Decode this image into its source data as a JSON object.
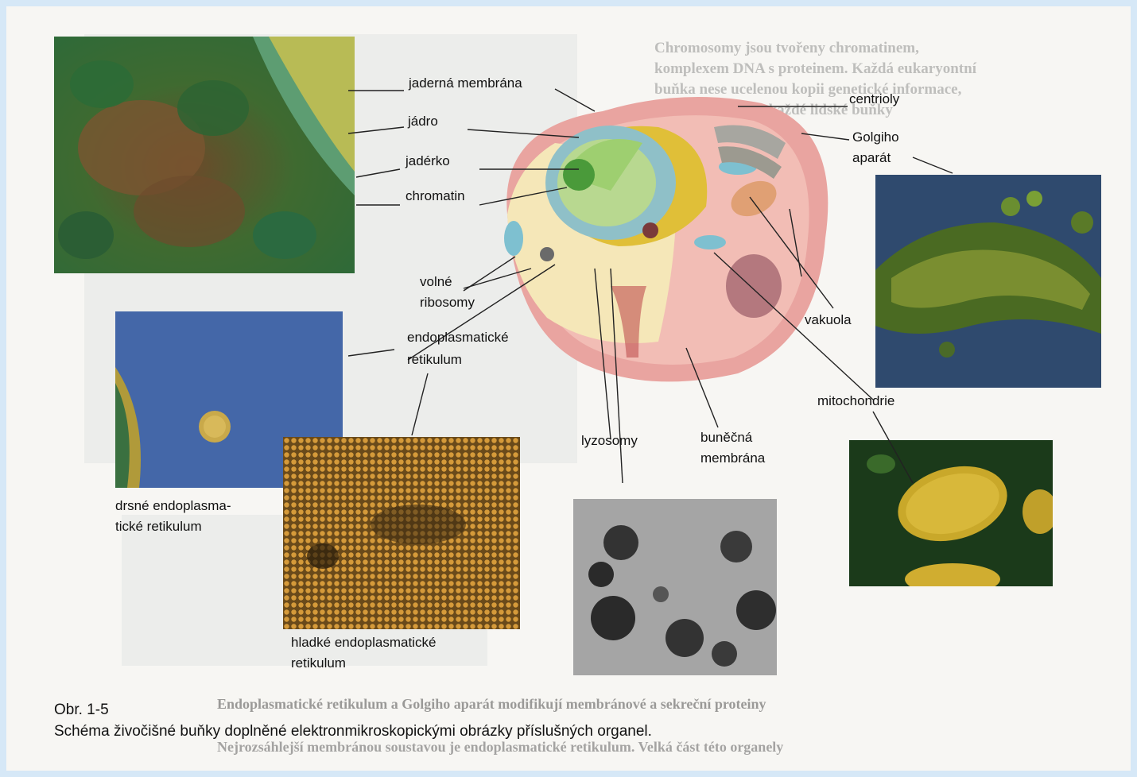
{
  "figure": {
    "caption_number": "Obr. 1-5",
    "caption_text": "Schéma živočišné buňky doplněné elektronmikroskopickými obrázky příslušných organel."
  },
  "labels": {
    "nuclear_membrane": "jaderná membrána",
    "nucleus": "jádro",
    "nucleolus": "jadérko",
    "chromatin": "chromatin",
    "free_ribosomes_1": "volné",
    "free_ribosomes_2": "ribosomy",
    "er_1": "endoplasmatické",
    "er_2": "retikulum",
    "rough_er_1": "drsné endoplasma-",
    "rough_er_2": "tické retikulum",
    "smooth_er_1": "hladké endoplasmatické",
    "smooth_er_2": "retikulum",
    "lysosomes": "lyzosomy",
    "cell_membrane_1": "buněčná",
    "cell_membrane_2": "membrána",
    "mitochondria": "mitochondrie",
    "vacuole": "vakuola",
    "golgi_1": "Golgiho",
    "golgi_2": "aparát",
    "centrioles": "centrioly"
  },
  "background_text": {
    "line1": "Chromosomy jsou tvořeny chromatinem,",
    "line2": "komplexem DNA s proteinem. Každá eukaryontní",
    "line3": "buňka nese ucelenou kopii genetické informace,",
    "line4": "například genom každé lidské buňky",
    "heading": "Endoplasmatické retikulum a Golgiho aparát modifikují membránové a sekreční proteiny",
    "bottom": "Nejrozsáhlejší membránou soustavou je endoplasmatické retikulum. Velká část této organely"
  }
}
